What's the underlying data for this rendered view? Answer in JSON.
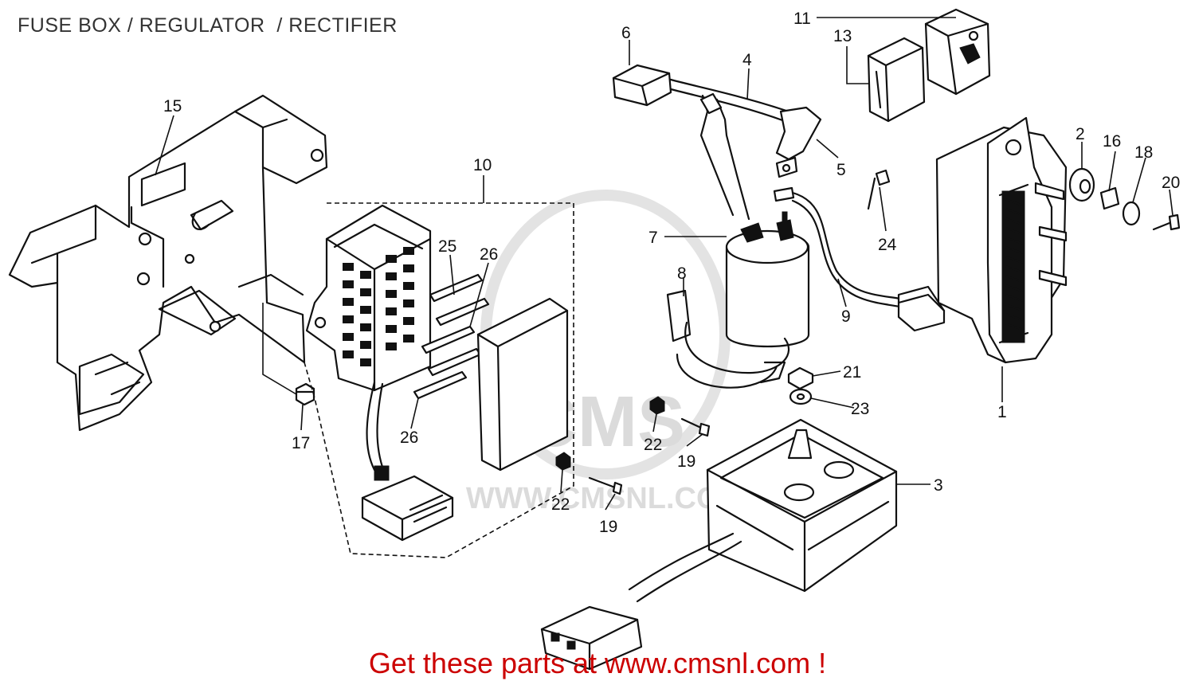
{
  "title": "FUSE BOX / REGULATOR  / RECTIFIER",
  "footer": "Get these parts at www.cmsnl.com !",
  "watermark": {
    "logo_text": "CMS",
    "url_text": "WWW.CMSNL.COM"
  },
  "callouts": [
    {
      "id": "c1",
      "label": "1"
    },
    {
      "id": "c2",
      "label": "2"
    },
    {
      "id": "c3",
      "label": "3"
    },
    {
      "id": "c4",
      "label": "4"
    },
    {
      "id": "c5",
      "label": "5"
    },
    {
      "id": "c6",
      "label": "6"
    },
    {
      "id": "c7",
      "label": "7"
    },
    {
      "id": "c8",
      "label": "8"
    },
    {
      "id": "c9",
      "label": "9"
    },
    {
      "id": "c10",
      "label": "10"
    },
    {
      "id": "c11",
      "label": "11"
    },
    {
      "id": "c13",
      "label": "13"
    },
    {
      "id": "c15",
      "label": "15"
    },
    {
      "id": "c16",
      "label": "16"
    },
    {
      "id": "c17",
      "label": "17"
    },
    {
      "id": "c18",
      "label": "18"
    },
    {
      "id": "c19a",
      "label": "19"
    },
    {
      "id": "c19b",
      "label": "19"
    },
    {
      "id": "c20",
      "label": "20"
    },
    {
      "id": "c21",
      "label": "21"
    },
    {
      "id": "c22a",
      "label": "22"
    },
    {
      "id": "c22b",
      "label": "22"
    },
    {
      "id": "c23",
      "label": "23"
    },
    {
      "id": "c24",
      "label": "24"
    },
    {
      "id": "c25",
      "label": "25"
    },
    {
      "id": "c26a",
      "label": "26"
    },
    {
      "id": "c26b",
      "label": "26"
    }
  ],
  "colors": {
    "ink": "#111111",
    "footer": "#cc0000",
    "watermark": "#d8d8d8"
  }
}
